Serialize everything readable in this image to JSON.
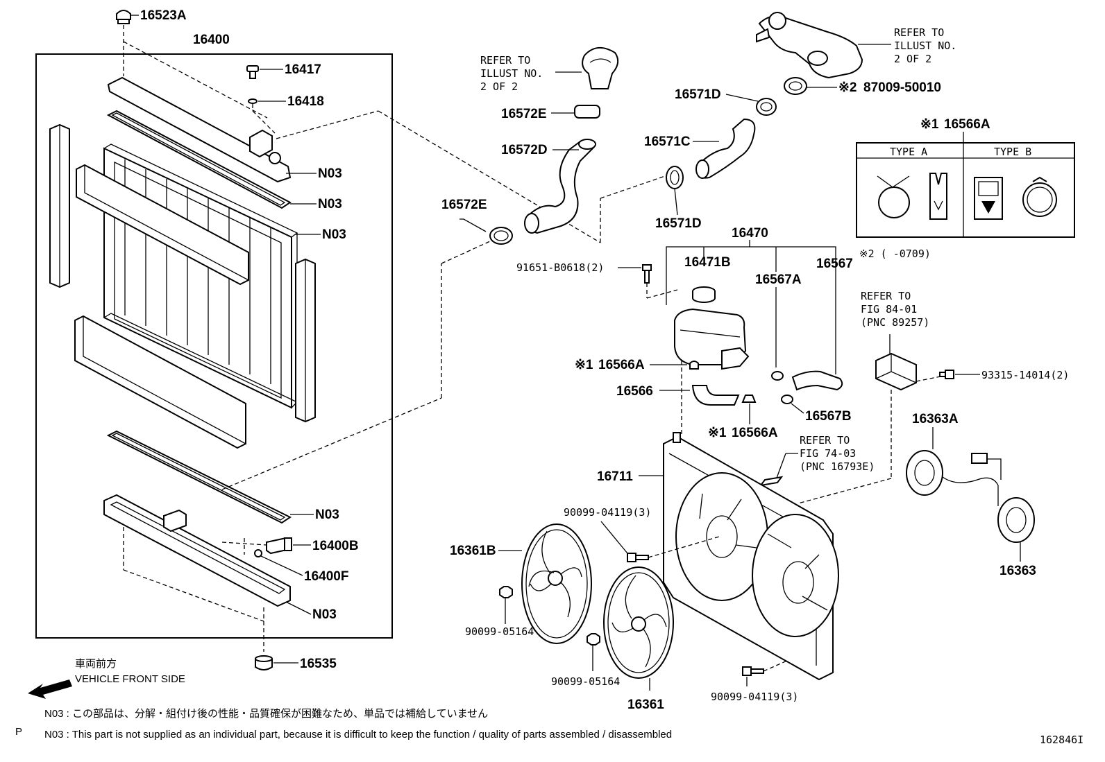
{
  "labels": {
    "p16523A": "16523A",
    "p16400": "16400",
    "p16417": "16417",
    "p16418": "16418",
    "n03_a": "N03",
    "n03_b": "N03",
    "n03_c": "N03",
    "n03_d": "N03",
    "n03_e": "N03",
    "p16400B": "16400B",
    "p16400F": "16400F",
    "p16535": "16535",
    "p16572E_top": "16572E",
    "p16572D": "16572D",
    "p16572E": "16572E",
    "p16571D_top": "16571D",
    "p16571C": "16571C",
    "p16571D": "16571D",
    "p87009": "87009-50010",
    "mark2": "※2",
    "p16566A_hdr": "16566A",
    "mark1_hdr": "※1",
    "p16470": "16470",
    "p16471B": "16471B",
    "p16567A": "16567A",
    "p16567": "16567",
    "p91651": "91651-B0618(2)",
    "p16566A_1": "16566A",
    "p16566": "16566",
    "p16566A_2": "16566A",
    "p16567B": "16567B",
    "mark1_a": "※1",
    "mark1_b": "※1",
    "p93315": "93315-14014(2)",
    "p16363A": "16363A",
    "p16363": "16363",
    "p16711": "16711",
    "p90099_04119_top": "90099-04119(3)",
    "p16361B": "16361B",
    "p90099_05164_a": "90099-05164",
    "p90099_05164_b": "90099-05164",
    "p16361": "16361",
    "p90099_04119_bot": "90099-04119(3)",
    "type_a": "TYPE A",
    "type_b": "TYPE B",
    "mark2_date": "※2 (      -0709)",
    "diagram_id": "162846I",
    "page_marker": "P"
  },
  "refer_notes": {
    "r1": [
      "REFER TO",
      "ILLUST NO.",
      "2 OF 2"
    ],
    "r2": [
      "REFER TO",
      "ILLUST NO.",
      "2 OF 2"
    ],
    "r3": [
      "REFER TO",
      "FIG 84-01",
      "(PNC 89257)"
    ],
    "r4": [
      "REFER TO",
      "FIG 74-03",
      "(PNC 16793E)"
    ]
  },
  "front_indicator": {
    "jp": "車両前方",
    "en": "VEHICLE FRONT SIDE"
  },
  "footnotes": {
    "jp": "N03 : この部品は、分解・組付け後の性能・品質確保が困難なため、単品では補給していません",
    "en": "N03 : This part is not supplied as an individual part, because it is difficult to keep the function / quality of parts assembled / disassembled"
  }
}
